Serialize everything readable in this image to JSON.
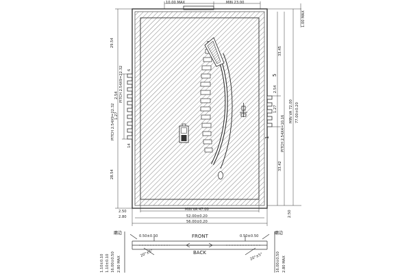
{
  "drawing": {
    "top_dims": {
      "tab_width": "10.00 MAX",
      "min_opening": "MIN 23.00"
    },
    "left_dims": {
      "top_span": "29.54",
      "pitch_block": "PITCH 2.54X9=22.32",
      "pitch": "2.54",
      "pad": "1.27",
      "bottom_span": "28.54",
      "pin_first": "6",
      "pin_last": "14"
    },
    "right_dims": {
      "top_max": "1.00 MAX",
      "top_span": "33.45",
      "pitch": "2.54",
      "pad": "1.27",
      "pitch_block": "PITCH 2.54X4=10.16",
      "bottom_span": "33.42",
      "va_min": "MIN VA 72.00",
      "overall": "77.00±0.20",
      "bottom_gap": "2.50",
      "pin_top": "5",
      "pin_bottom": "1"
    },
    "bottom_dims": {
      "left_gap1": "2.50",
      "left_gap2": "2.80",
      "va_width": "MIN VA 47.00",
      "inner_width": "52.00±0.20",
      "outer_width": "56.00±0.20"
    },
    "side_view": {
      "left_corner_label": "磨边",
      "right_corner_label": "磨边",
      "left_chamfer": "0.50±0.50",
      "right_chamfer": "0.50±0.50",
      "front": "FRONT",
      "back": "BACK",
      "left_angle": "20°±5°",
      "right_angle": "20°±5°",
      "left_thick1": "1.10±0.10",
      "left_thick2": "1.10±0.10",
      "left_total": "16.00±0.50",
      "left_height": "2.80 MAX",
      "right_total": "16.00±0.50",
      "right_height": "2.80 MAX"
    }
  },
  "colors": {
    "line": "#2a2a2a",
    "hatch": "#777777"
  }
}
